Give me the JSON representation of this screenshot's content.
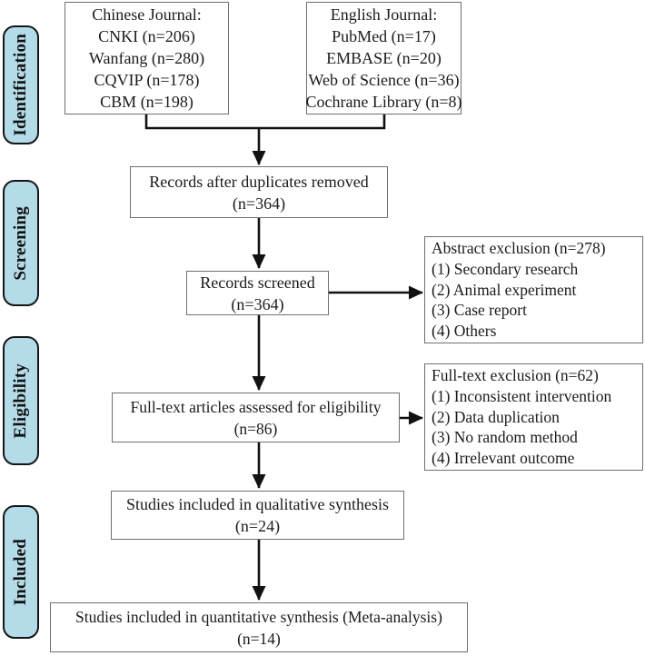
{
  "diagram": {
    "kind": "PRISMA literature screening flow diagram",
    "stage_fill_color": "#b4dbe8",
    "box_border_color": "#6f6f6f",
    "arrow_color": "#111111"
  },
  "stages": [
    {
      "label": "Identification"
    },
    {
      "label": "Screening"
    },
    {
      "label": "Eligibility"
    },
    {
      "label": "Included"
    }
  ],
  "boxes": {
    "chinese_journal": {
      "lines": [
        "Chinese Journal:",
        "CNKI (n=206)",
        "Wanfang (n=280)",
        "CQVIP (n=178)",
        "CBM (n=198)"
      ]
    },
    "english_journal": {
      "lines": [
        "English Journal:",
        "PubMed (n=17)",
        "EMBASE (n=20)",
        "Web of Science (n=36)",
        "Cochrane Library (n=8)"
      ]
    },
    "records_after_duplicates": {
      "lines": [
        "Records after duplicates removed",
        "(n=364)"
      ]
    },
    "records_screened": {
      "lines": [
        "Records screened",
        "(n=364)"
      ]
    },
    "abstract_exclusion": {
      "lines": [
        "Abstract exclusion (n=278)",
        "(1) Secondary research",
        "(2) Animal experiment",
        "(3) Case report",
        "(4) Others"
      ]
    },
    "fulltext_assessed": {
      "lines": [
        "Full-text articles assessed for eligibility",
        "(n=86)"
      ]
    },
    "fulltext_exclusion": {
      "lines": [
        "Full-text exclusion (n=62)",
        "(1) Inconsistent intervention",
        "(2) Data duplication",
        "(3) No random method",
        "(4) Irrelevant outcome"
      ]
    },
    "qualitative_synthesis": {
      "lines": [
        "Studies included in qualitative synthesis",
        "(n=24)"
      ]
    },
    "quantitative_synthesis": {
      "lines": [
        "Studies included in quantitative synthesis (Meta-analysis)",
        "(n=14)"
      ]
    }
  }
}
